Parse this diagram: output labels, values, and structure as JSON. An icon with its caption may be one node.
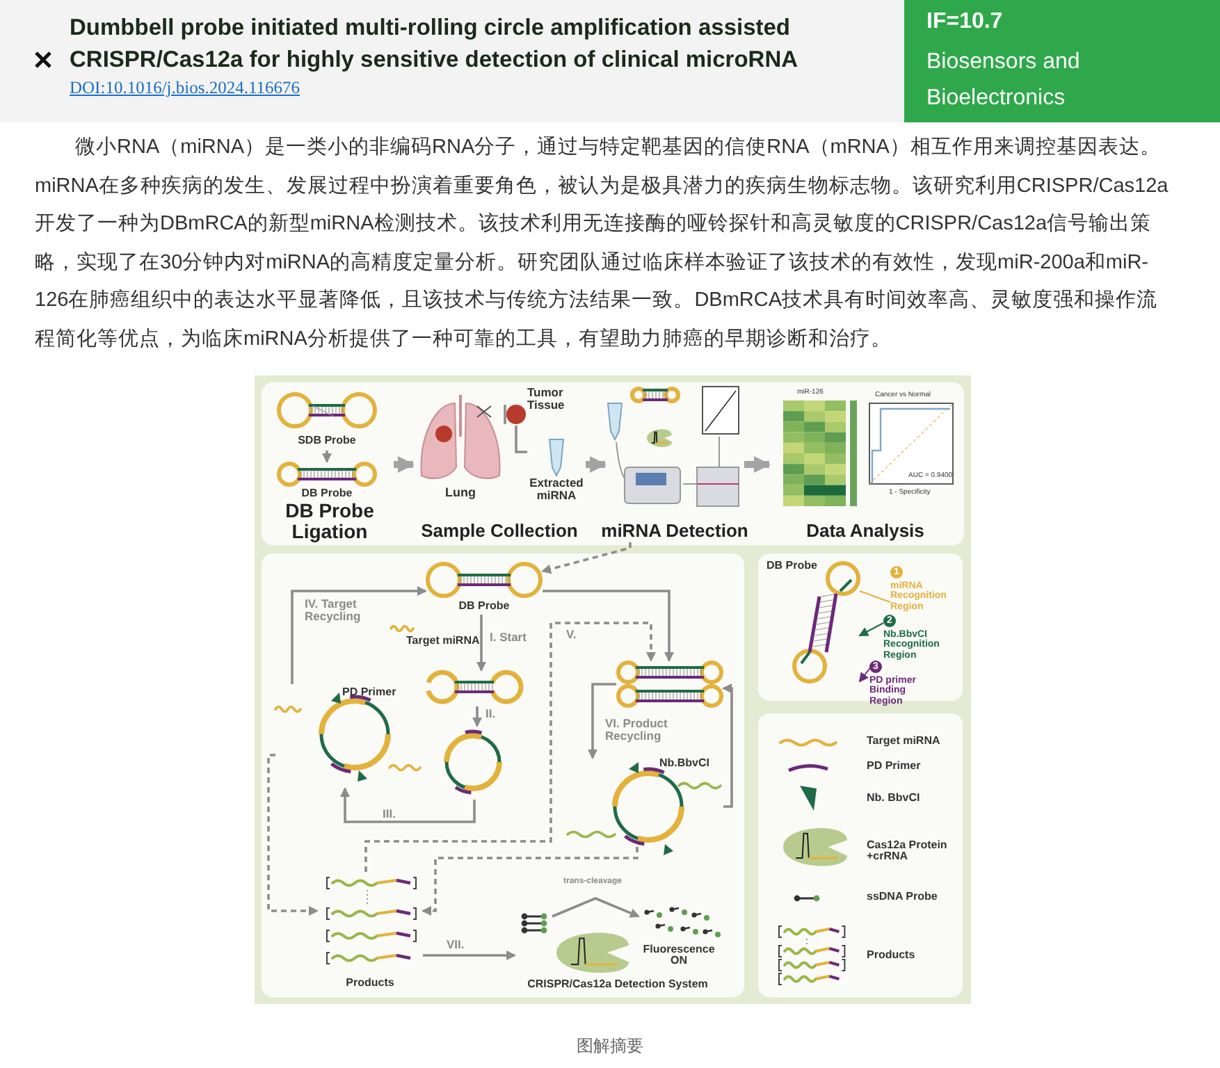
{
  "diagram": {
    "title": "Dumbbell probe initiated multi-rolling circle amplification assisted CRISPR/Cas12a for highly sensitive detection of clinical microRNA",
    "caption": "图解摘要",
    "nodes": [
      {
        "text": [
          "DB Probe Ligation"
        ]
      },
      {
        "text": [
          "SDB Probe"
        ],
        "in": 0
      },
      {
        "text": [
          "DB Probe"
        ],
        "in": 0
      },
      {
        "text": [
          "Sample Collection"
        ]
      },
      {
        "text": [
          "Lung"
        ],
        "in": 3
      },
      {
        "text": [
          "Tumor Tissue"
        ],
        "in": 3
      },
      {
        "text": [
          "Extracted miRNA"
        ],
        "in": 3
      },
      {
        "text": [
          "miRNA Detection"
        ]
      },
      {
        "text": [
          "Data Analysis"
        ]
      },
      {
        "text": [],
        "shape": "box"
      },
      {
        "text": [
          "DB Probe"
        ],
        "in": 9
      },
      {
        "text": [],
        "shape": "picture",
        "in": 9
      },
      {
        "text": [],
        "shape": "picture",
        "in": 9
      },
      {
        "text": [
          "PD Primer"
        ],
        "in": 9
      },
      {
        "text": [],
        "shape": "picture",
        "in": 9
      },
      {
        "text": [
          "Nb.BbvCI"
        ],
        "in": 9
      },
      {
        "text": [
          "Products"
        ],
        "in": 9
      },
      {
        "text": [
          "CRISPR/Cas12a Detection System"
        ],
        "in": 9
      },
      {
        "text": [],
        "shape": "picture",
        "in": 17
      },
      {
        "text": [],
        "shape": "picture",
        "in": 17
      },
      {
        "text": [
          "Fluorescence ON"
        ],
        "in": 17
      },
      {
        "text": [
          "DB Probe"
        ]
      },
      {
        "text": [
          "1",
          "miRNA Recognition Region"
        ],
        "in": 21
      },
      {
        "text": [
          "2",
          "Nb.BbvCI Recognition Region"
        ],
        "in": 21
      },
      {
        "text": [
          "3",
          "PD primer Binding Region"
        ],
        "in": 21
      },
      {
        "text": [],
        "shape": "picture",
        "in": 21
      }
    ],
    "edges": [
      {
        "from": 1,
        "to": 2,
        "arrow": "to"
      },
      {
        "from": 0,
        "to": 3,
        "arrow": "to",
        "style": "thick",
        "color": "#a3a3a3"
      },
      {
        "from": 3,
        "to": 7,
        "arrow": "to",
        "style": "thick",
        "color": "#a3a3a3"
      },
      {
        "from": 7,
        "to": 8,
        "arrow": "to",
        "style": "thick",
        "color": "#a3a3a3"
      },
      {
        "from": 4,
        "to": 5,
        "arrow": "none"
      },
      {
        "from": 5,
        "to": 6,
        "arrow": "none"
      },
      {
        "from": 7,
        "to": 10,
        "arrow": "to",
        "style": "dashed"
      },
      {
        "from": 10,
        "to": 11,
        "arrow": "to",
        "label": "I. Start"
      },
      {
        "from": 11,
        "to": 12,
        "arrow": "to",
        "label": "II."
      },
      {
        "from": 12,
        "to": 13,
        "arrow": "to",
        "label": "III."
      },
      {
        "from": 13,
        "to": 10,
        "arrow": "to",
        "label": "IV. Target Recycling"
      },
      {
        "from": 10,
        "to": 14,
        "arrow": "to"
      },
      {
        "from": 16,
        "to": 14,
        "arrow": "to",
        "style": "dashed",
        "label": "V."
      },
      {
        "from": 13,
        "to": 16,
        "arrow": "to",
        "style": "dashed"
      },
      {
        "from": 15,
        "to": 16,
        "arrow": "to",
        "style": "dashed"
      },
      {
        "from": 14,
        "to": 15,
        "arrow": "to",
        "label": "VI. Product Recycling"
      },
      {
        "from": 15,
        "to": 14,
        "arrow": "to"
      },
      {
        "from": 16,
        "to": 17,
        "arrow": "to",
        "label": "VII."
      },
      {
        "from": 18,
        "to": 20,
        "arrow": "to",
        "label": "trans-cleavage"
      },
      {
        "from": 22,
        "to": 25,
        "arrow": "none",
        "color": "#e3b23c"
      },
      {
        "from": 23,
        "to": 25,
        "arrow": "to",
        "color": "#1f6b47"
      },
      {
        "from": 24,
        "to": 25,
        "arrow": "to",
        "color": "#6b2a78"
      }
    ],
    "labels": [
      "DOI:10.1016/j.bios.2024.116676",
      "IF=10.7",
      "Biosensors and Bioelectronics",
      "微小RNA（miRNA）是一类小的非编码RNA分子，通过与特定靶基因的信使RNA（mRNA）相互作用来调控基因表达。miRNA在多种疾病的发生、发展过程中扮演着重要角色，被认为是极具潜力的疾病生物标志物。该研究利用CRISPR/Cas12a开发了一种为DBmRCA的新型miRNA检测技术。该技术利用无连接酶的哑铃探针和高灵敏度的CRISPR/Cas12a信号输出策略，实现了在30分钟内对miRNA的高精度定量分析。研究团队通过临床样本验证了该技术的有效性，发现miR-200a和miR-126在肺癌组织中的表达水平显著降低，且该技术与传统方法结果一致。DBmRCA技术具有时间效率高、灵敏度强和操作流程简化等优点，为临床miRNA分析提供了一种可靠的工具，有望助力肺癌的早期诊断和治疗。",
      "miR-126",
      "Cancer vs Normal",
      "AUC = 0.9400",
      "1 - Specificity",
      "Target miRNA"
    ],
    "legend": [
      {
        "text": "Target miRNA"
      },
      {
        "text": "PD Primer"
      },
      {
        "text": "Nb. BbvCI"
      },
      {
        "text": "Cas12a Protein +crRNA"
      },
      {
        "text": "ssDNA Probe"
      },
      {
        "text": "Products"
      }
    ]
  }
}
